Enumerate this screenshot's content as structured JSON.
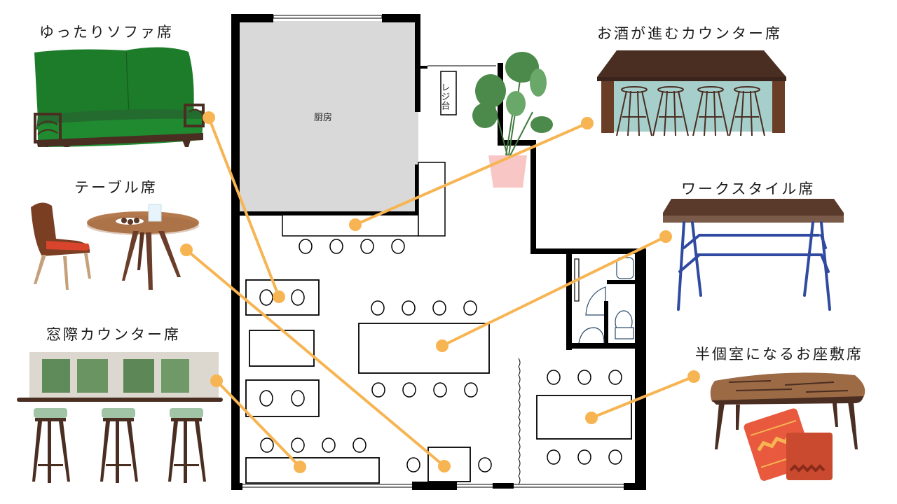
{
  "title": "店内フロアマップ",
  "floor_plan": {
    "kitchen_label": "厨房",
    "register_label": "レジ台"
  },
  "seat_types": [
    {
      "id": "sofa",
      "label": "ゆったりソファ席"
    },
    {
      "id": "table",
      "label": "テーブル席"
    },
    {
      "id": "window_counter",
      "label": "窓際カウンター席"
    },
    {
      "id": "bar_counter",
      "label": "お酒が進むカウンター席"
    },
    {
      "id": "work",
      "label": "ワークスタイル席"
    },
    {
      "id": "zashiki",
      "label": "半個室になるお座敷席"
    }
  ],
  "colors": {
    "accent_line": "#f7b452",
    "wall": "#000000",
    "kitchen_fill": "#d9d9d9",
    "sofa_green": "#1d7c2a",
    "wood_dark": "#4a2e22",
    "counter_teal": "#a6cfcc",
    "work_leg_blue": "#2f4aa0",
    "cushion_red": "#e8593e"
  }
}
